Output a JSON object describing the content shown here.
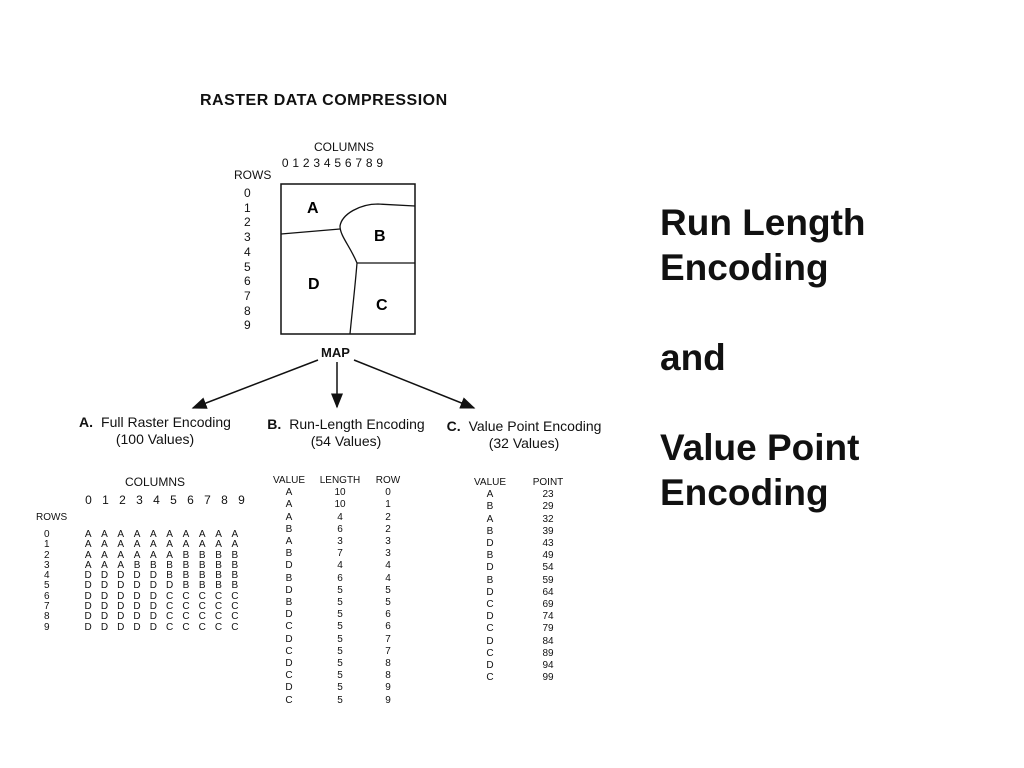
{
  "title": "RASTER DATA COMPRESSION",
  "map": {
    "columns_label": "COLUMNS",
    "rows_label": "ROWS",
    "col_numbers": [
      "0",
      "1",
      "2",
      "3",
      "4",
      "5",
      "6",
      "7",
      "8",
      "9"
    ],
    "row_numbers": [
      "0",
      "1",
      "2",
      "3",
      "4",
      "5",
      "6",
      "7",
      "8",
      "9"
    ],
    "regions": [
      "A",
      "B",
      "D",
      "C"
    ],
    "caption": "MAP"
  },
  "encodings": {
    "a": {
      "letter": "A.",
      "name": "Full Raster Encoding",
      "count": "(100 Values)"
    },
    "b": {
      "letter": "B.",
      "name": "Run-Length Encoding",
      "count": "(54 Values)"
    },
    "c": {
      "letter": "C.",
      "name": "Value Point Encoding",
      "count": "(32 Values)"
    }
  },
  "full_raster": {
    "columns_label": "COLUMNS",
    "rows_label": "ROWS",
    "col_numbers": [
      "0",
      "1",
      "2",
      "3",
      "4",
      "5",
      "6",
      "7",
      "8",
      "9"
    ],
    "row_numbers": [
      "0",
      "1",
      "2",
      "3",
      "4",
      "5",
      "6",
      "7",
      "8",
      "9"
    ],
    "rows": [
      [
        "A",
        "A",
        "A",
        "A",
        "A",
        "A",
        "A",
        "A",
        "A",
        "A"
      ],
      [
        "A",
        "A",
        "A",
        "A",
        "A",
        "A",
        "A",
        "A",
        "A",
        "A"
      ],
      [
        "A",
        "A",
        "A",
        "A",
        "A",
        "A",
        "B",
        "B",
        "B",
        "B"
      ],
      [
        "A",
        "A",
        "A",
        "B",
        "B",
        "B",
        "B",
        "B",
        "B",
        "B"
      ],
      [
        "D",
        "D",
        "D",
        "D",
        "D",
        "B",
        "B",
        "B",
        "B",
        "B"
      ],
      [
        "D",
        "D",
        "D",
        "D",
        "D",
        "D",
        "B",
        "B",
        "B",
        "B"
      ],
      [
        "D",
        "D",
        "D",
        "D",
        "D",
        "C",
        "C",
        "C",
        "C",
        "C"
      ],
      [
        "D",
        "D",
        "D",
        "D",
        "D",
        "C",
        "C",
        "C",
        "C",
        "C"
      ],
      [
        "D",
        "D",
        "D",
        "D",
        "D",
        "C",
        "C",
        "C",
        "C",
        "C"
      ],
      [
        "D",
        "D",
        "D",
        "D",
        "D",
        "C",
        "C",
        "C",
        "C",
        "C"
      ]
    ]
  },
  "run_length": {
    "headers": [
      "VALUE",
      "LENGTH",
      "ROW"
    ],
    "rows": [
      [
        "A",
        "10",
        "0"
      ],
      [
        "A",
        "10",
        "1"
      ],
      [
        "A",
        "4",
        "2"
      ],
      [
        "B",
        "6",
        "2"
      ],
      [
        "A",
        "3",
        "3"
      ],
      [
        "B",
        "7",
        "3"
      ],
      [
        "D",
        "4",
        "4"
      ],
      [
        "B",
        "6",
        "4"
      ],
      [
        "D",
        "5",
        "5"
      ],
      [
        "B",
        "5",
        "5"
      ],
      [
        "D",
        "5",
        "6"
      ],
      [
        "C",
        "5",
        "6"
      ],
      [
        "D",
        "5",
        "7"
      ],
      [
        "C",
        "5",
        "7"
      ],
      [
        "D",
        "5",
        "8"
      ],
      [
        "C",
        "5",
        "8"
      ],
      [
        "D",
        "5",
        "9"
      ],
      [
        "C",
        "5",
        "9"
      ]
    ]
  },
  "value_point": {
    "headers": [
      "VALUE",
      "POINT"
    ],
    "rows": [
      [
        "A",
        "23"
      ],
      [
        "B",
        "29"
      ],
      [
        "A",
        "32"
      ],
      [
        "B",
        "39"
      ],
      [
        "D",
        "43"
      ],
      [
        "B",
        "49"
      ],
      [
        "D",
        "54"
      ],
      [
        "B",
        "59"
      ],
      [
        "D",
        "64"
      ],
      [
        "C",
        "69"
      ],
      [
        "D",
        "74"
      ],
      [
        "C",
        "79"
      ],
      [
        "D",
        "84"
      ],
      [
        "C",
        "89"
      ],
      [
        "D",
        "94"
      ],
      [
        "C",
        "99"
      ]
    ]
  },
  "side_text": [
    "Run Length",
    "Encoding",
    "",
    "and",
    "",
    "Value Point",
    "Encoding"
  ]
}
